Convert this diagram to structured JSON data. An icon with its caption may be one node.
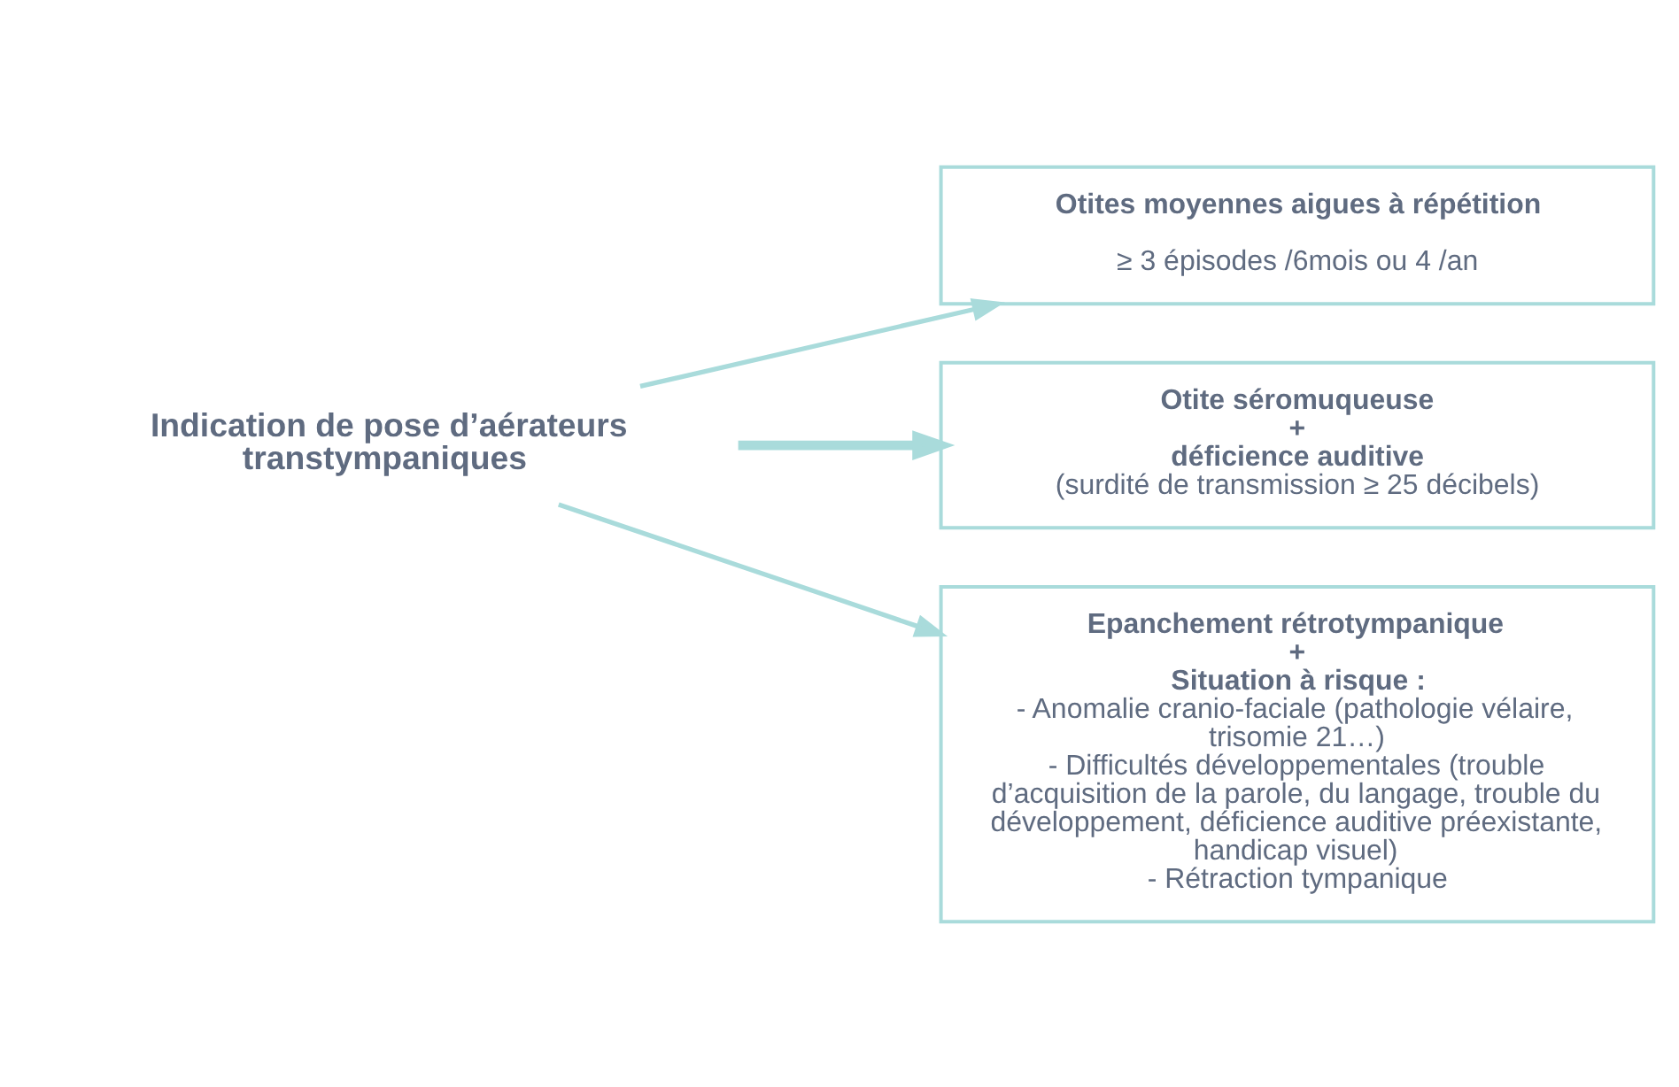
{
  "diagram": {
    "nodes": [
      {
        "text": [
          "Indication de pose d’aérateurs transtympaniques"
        ]
      },
      {
        "text": [
          "Otites moyennes aigues à répétition",
          "≥ 3 épisodes /6mois ou 4 /an"
        ]
      },
      {
        "text": [
          "Otite séromuqueuse",
          "+",
          "déficience auditive",
          "(surdité de transmission ≥ 25 décibels)"
        ]
      },
      {
        "text": [
          "Epanchement rétrotympanique",
          "+",
          "Situation à risque :",
          "- Anomalie cranio-faciale (pathologie vélaire, trisomie 21…)",
          "- Difficultés développementales (trouble d’acquisition de la parole, du langage, trouble du développement, déficience auditive préexistante, handicap visuel)",
          "- Rétraction tympanique"
        ]
      }
    ],
    "edges": [
      {
        "from": 0,
        "to": 1,
        "arrow": "to"
      },
      {
        "from": 0,
        "to": 2,
        "arrow": "to",
        "style": "thick"
      },
      {
        "from": 0,
        "to": 3,
        "arrow": "to"
      }
    ]
  }
}
